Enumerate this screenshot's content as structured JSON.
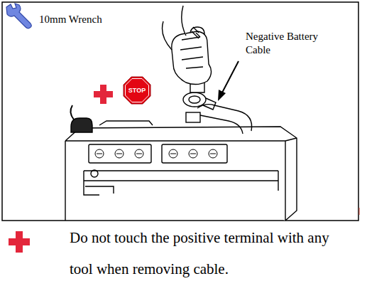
{
  "diagram": {
    "nodes": [
      {
        "text": [
          "STOP"
        ]
      }
    ],
    "labels": [
      "10mm Wrench",
      "Negative Battery Cable",
      "Do not touch the positive terminal with any tool when removing cable."
    ]
  }
}
